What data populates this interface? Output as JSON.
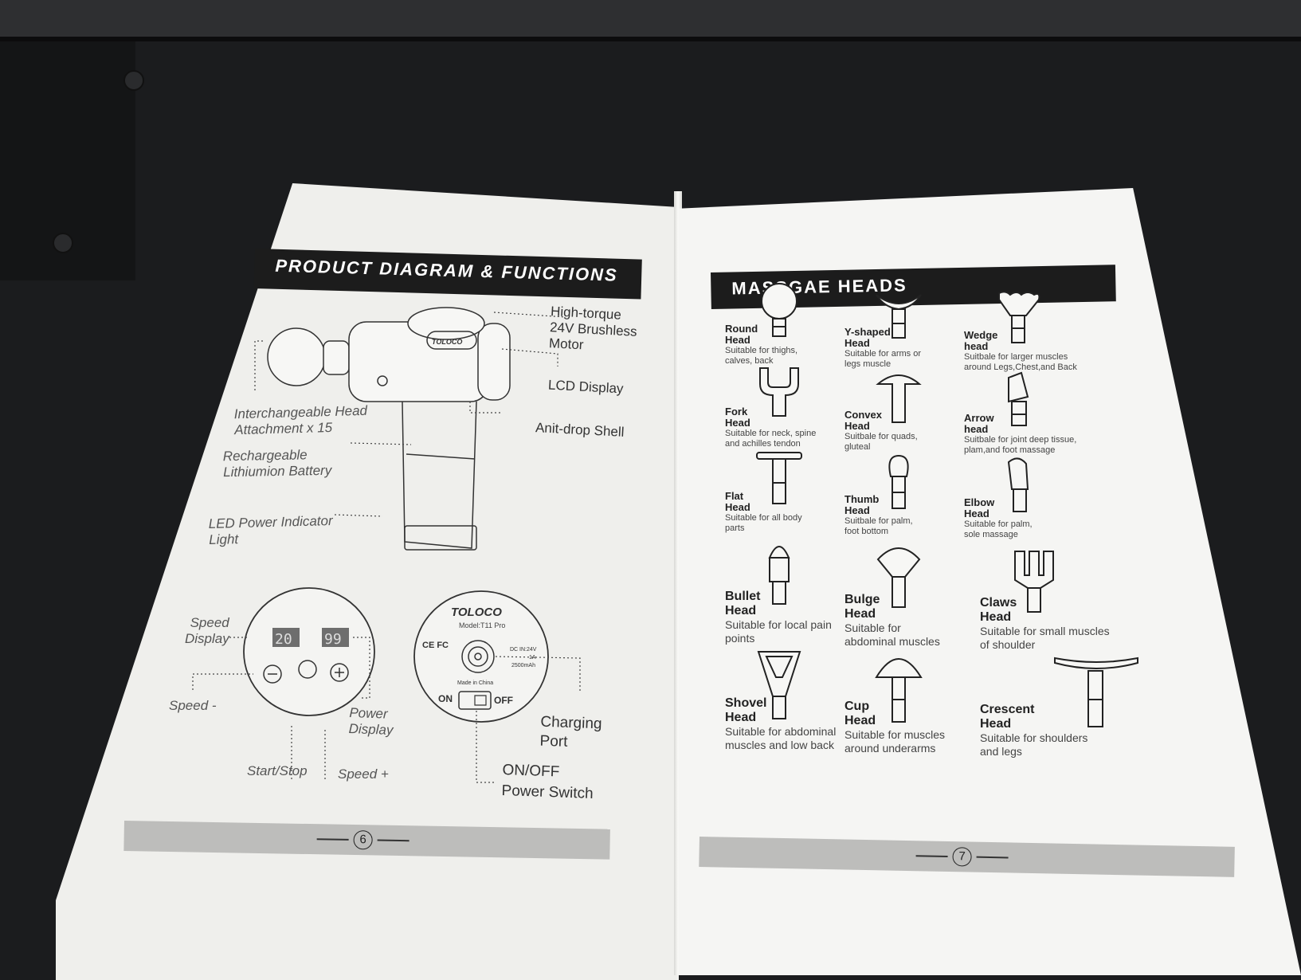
{
  "left_page": {
    "banner": "PRODUCT DIAGRAM & FUNCTIONS",
    "device_brand": "TOLOCO",
    "callouts": {
      "motor": "High-torque\n24V Brushless\nMotor",
      "lcd": "LCD Display",
      "shell": "Anit-drop Shell",
      "head": "Interchangeable Head\nAttachment x 15",
      "battery": "Rechargeable\nLithiumion Battery",
      "led": "LED Power Indicator\nLight"
    },
    "control_panel": {
      "speed_value": "20",
      "power_value": "99",
      "speed_display": "Speed\nDisplay",
      "speed_minus": "Speed -",
      "power_display": "Power\nDisplay",
      "start_stop": "Start/Stop",
      "speed_plus": "Speed +"
    },
    "base_panel": {
      "brand": "TOLOCO",
      "model": "Model:T11 Pro",
      "spec_input": "DC IN:24V",
      "spec_current": "1A",
      "spec_capacity": "2500mAh",
      "marks": "CE FC",
      "made_in": "Made in China",
      "on": "ON",
      "off": "OFF",
      "charging_port": "Charging\nPort",
      "power_switch": "ON/OFF\nPower Switch"
    },
    "page_number": "6"
  },
  "right_page": {
    "banner": "MASSGAE HEADS",
    "heads": [
      {
        "name": "Round\nHead",
        "desc": "Suitable for thighs,\ncalves, back"
      },
      {
        "name": "Y-shaped\nHead",
        "desc": "Suitable for arms or\nlegs muscle"
      },
      {
        "name": "Wedge\nhead",
        "desc": "Suitbale for larger muscles\naround Legs,Chest,and Back"
      },
      {
        "name": "Fork\nHead",
        "desc": "Suitable for neck, spine\nand achilles tendon"
      },
      {
        "name": "Convex\nHead",
        "desc": "Suitbale for quads,\ngluteal"
      },
      {
        "name": "Arrow\nhead",
        "desc": "Suitbale for joint deep tissue,\nplam,and foot massage"
      },
      {
        "name": "Flat\nHead",
        "desc": "Suitable for all body\nparts"
      },
      {
        "name": "Thumb\nHead",
        "desc": "Suitbale for palm,\nfoot bottom"
      },
      {
        "name": "Elbow\nHead",
        "desc": "Suitable for palm,\nsole massage"
      },
      {
        "name": "Bullet\nHead",
        "desc": "Suitable for local pain\npoints"
      },
      {
        "name": "Bulge\nHead",
        "desc": "Suitable for\nabdominal muscles"
      },
      {
        "name": "Claws\nHead",
        "desc": "Suitable for small muscles\nof shoulder"
      },
      {
        "name": "Shovel\nHead",
        "desc": "Suitable for abdominal\nmuscles and low back"
      },
      {
        "name": "Cup\nHead",
        "desc": "Suitable for muscles\naround underarms"
      },
      {
        "name": "Crescent\nHead",
        "desc": "Suitable for shoulders\nand legs"
      }
    ],
    "page_number": "7"
  },
  "colors": {
    "paper": "#f4f4f2",
    "banner": "#1c1c1c",
    "footer_bar": "#bdbdbb",
    "background": "#1b1c1e"
  }
}
